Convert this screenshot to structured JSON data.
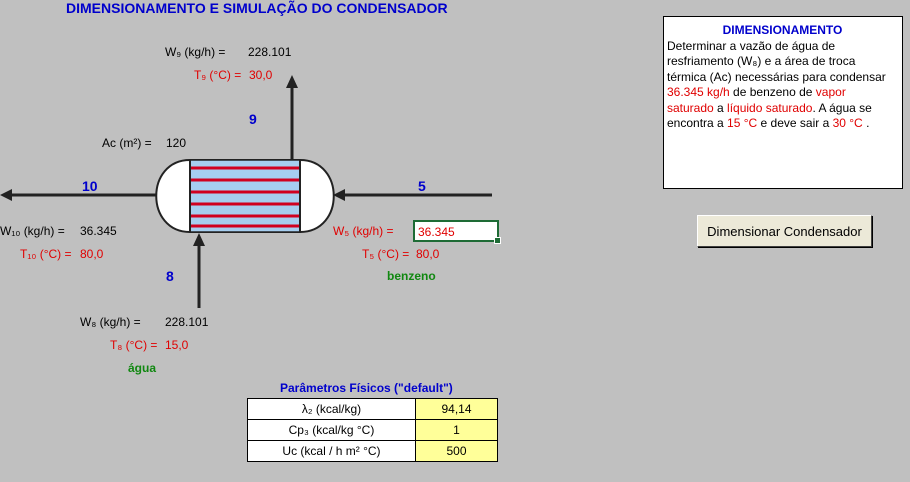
{
  "title": "DIMENSIONAMENTO E SIMULAÇÃO DO CONDENSADOR",
  "streams": {
    "s9": {
      "number": "9",
      "w_label": "W₉ (kg/h) =",
      "w_value": "228.101",
      "t_label": "T₉ (°C) =",
      "t_value": "30,0"
    },
    "s10": {
      "number": "10",
      "w_label": "W₁₀ (kg/h) =",
      "w_value": "36.345",
      "t_label": "T₁₀ (°C) =",
      "t_value": "80,0"
    },
    "s5": {
      "number": "5",
      "w_label": "W₅ (kg/h) =",
      "w_value": "36.345",
      "t_label": "T₅ (°C) =",
      "t_value": "80,0",
      "fluid": "benzeno"
    },
    "s8": {
      "number": "8",
      "w_label": "W₈ (kg/h) =",
      "w_value": "228.101",
      "t_label": "T₈ (°C) =",
      "t_value": "15,0",
      "fluid": "água"
    }
  },
  "area": {
    "label": "Ac (m²) =",
    "value": "120"
  },
  "infobox": {
    "header": "DIMENSIONAMENTO",
    "line1": "Determinar a vazão de água de",
    "line2": "resfriamento (W₈) e a área de troca",
    "line3": "térmica (Ac) necessárias para condensar",
    "amount": "36.345 kg/h",
    "of_benzene": " de benzeno de ",
    "vapor": "vapor",
    "saturated_vapor": "saturado",
    "to": " a ",
    "liquid": "líquido saturado",
    "water_enters": ". A água se",
    "enters_at": "encontra a ",
    "t_in": "15 °C",
    "must_leave": "  e deve sair a ",
    "t_out": "30 °C",
    "end": " ."
  },
  "button_label": "Dimensionar Condensador",
  "params": {
    "title": "Parâmetros Físicos (\"default\")",
    "rows": [
      {
        "label": "λ₂ (kcal/kg)",
        "value": "94,14"
      },
      {
        "label": "Cp₃ (kcal/kg °C)",
        "value": "1"
      },
      {
        "label": "Uc (kcal / h m² °C)",
        "value": "500"
      }
    ]
  },
  "colors": {
    "background": "#c0c0c0",
    "tube_fill": "#a6cef0",
    "tube_lines": "#d00020",
    "accent_blue": "#0000cc",
    "accent_red": "#e00000",
    "accent_green": "#118811"
  }
}
